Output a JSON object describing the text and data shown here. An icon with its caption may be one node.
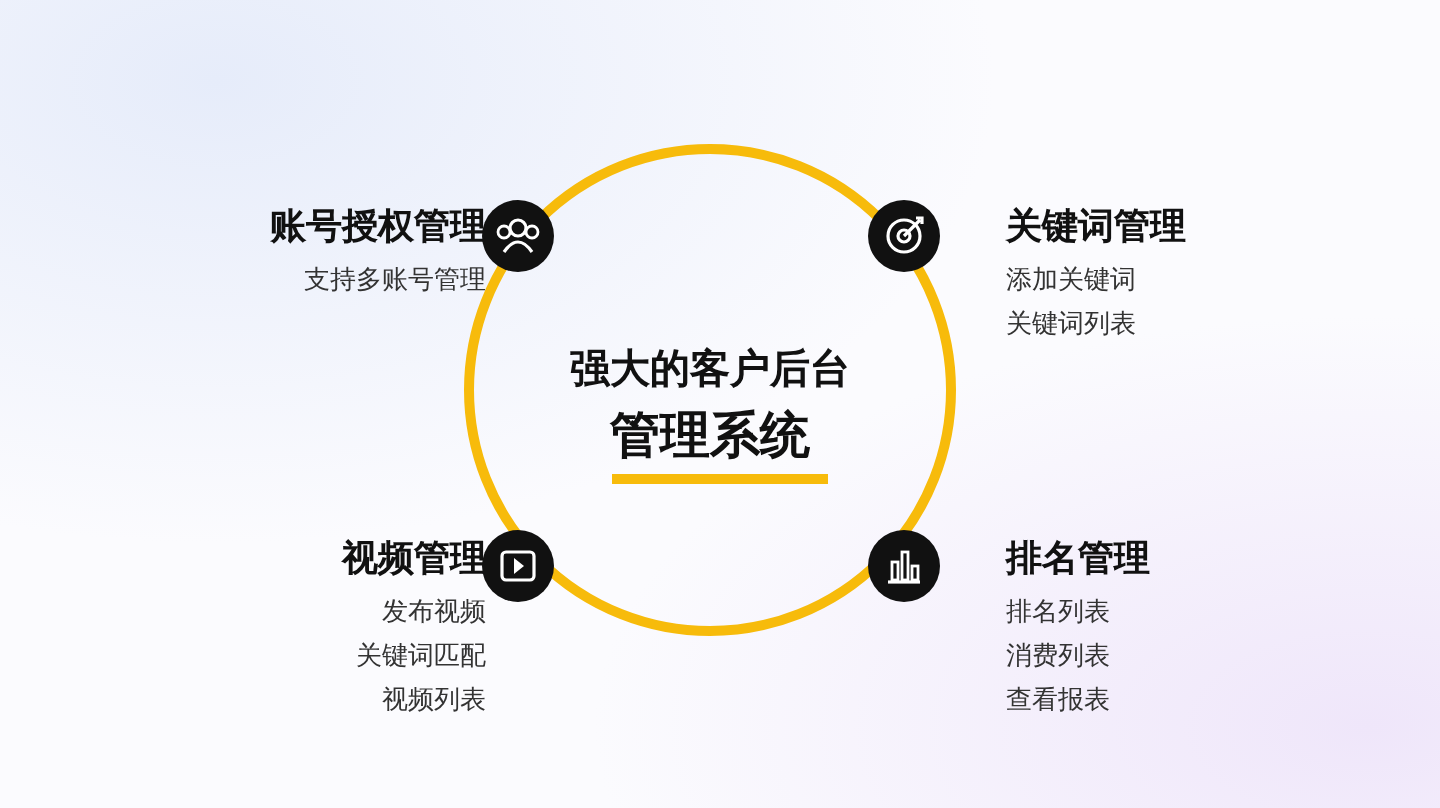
{
  "diagram": {
    "nodes": [
      {
        "text": [
          "强大的客户后台",
          "管理系统"
        ]
      },
      {
        "text": [
          "账号授权管理",
          "支持多账号管理"
        ]
      },
      {
        "text": [
          "关键词管理",
          "添加关键词",
          "关键词列表"
        ]
      },
      {
        "text": [
          "视频管理",
          "发布视频",
          "关键词匹配",
          "视频列表"
        ]
      },
      {
        "text": [
          "排名管理",
          "排名列表",
          "消费列表",
          "查看报表"
        ]
      }
    ],
    "edges": []
  }
}
